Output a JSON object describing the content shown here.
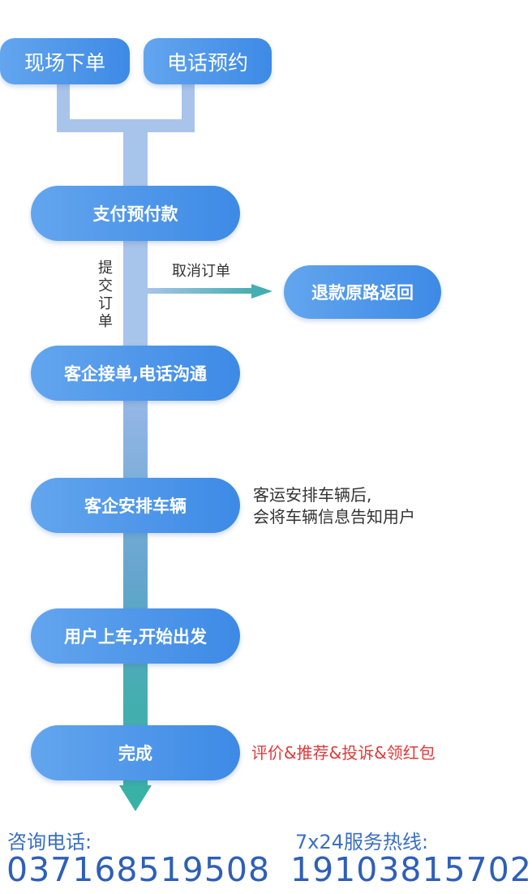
{
  "flow": {
    "entry_onsite": "现场下单",
    "entry_phone": "电话预约",
    "step_pay": "支付预付款",
    "label_submit": "提交订单",
    "label_cancel": "取消订单",
    "step_refund": "退款原路返回",
    "step_accept": "客企接单,电话沟通",
    "step_arrange": "客企安排车辆",
    "note_arrange_line1": "客运安排车辆后,",
    "note_arrange_line2": "会将车辆信息告知用户",
    "step_board": "用户上车,开始出发",
    "step_complete": "完成",
    "note_complete": "评价&推荐&投诉&领红包"
  },
  "contact": {
    "consult_label": "咨询电话:",
    "consult_number": "037168519508",
    "hotline_label": "7x24服务热线:",
    "hotline_number": "19103815702"
  },
  "colors": {
    "node_blue": "#3d8ae6",
    "connector_light_blue": "#a9c4ea",
    "arrow_teal": "#38b1a7",
    "note_red": "#e03a3a",
    "contact_blue": "#2e5fb8"
  }
}
